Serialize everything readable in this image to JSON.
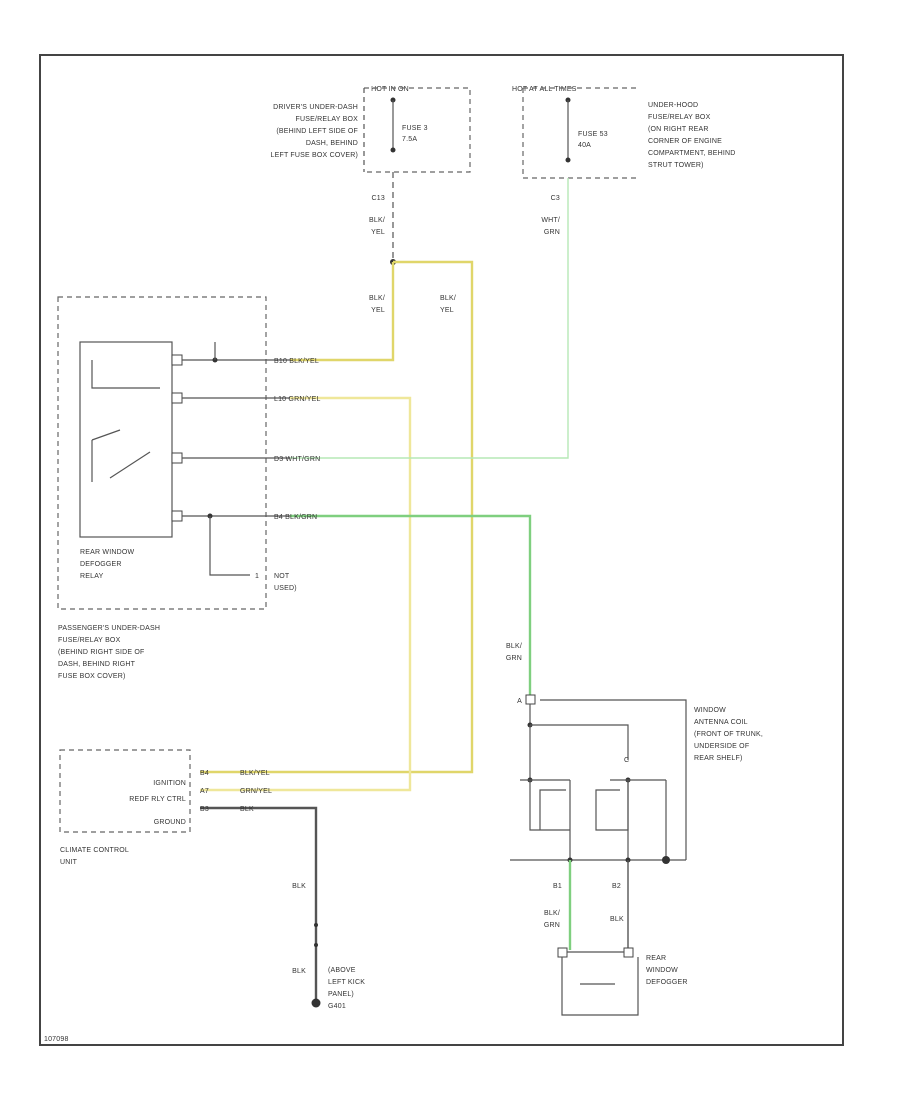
{
  "colors": {
    "yellow": "#e0d66a",
    "yellow_light": "#efe79a",
    "green": "#7fcf7f",
    "green_light": "#b6e8b6",
    "black": "#444444",
    "frame": "#444444"
  },
  "top": {
    "left_fuse": {
      "header": "HOT IN ON",
      "fuse_line1": "FUSE 3",
      "fuse_line2": "7.5A",
      "location": [
        "DRIVER'S UNDER-DASH",
        "FUSE/RELAY BOX",
        "(BEHIND LEFT SIDE OF",
        "DASH, BEHIND",
        "LEFT FUSE BOX COVER)"
      ],
      "connector": "C13",
      "wire_color": [
        "BLK/",
        "YEL"
      ]
    },
    "right_fuse": {
      "header": "HOT AT ALL TIMES",
      "fuse_line1": "FUSE 53",
      "fuse_line2": "40A",
      "location": [
        "UNDER-HOOD",
        "FUSE/RELAY BOX",
        "(ON RIGHT REAR",
        "CORNER OF ENGINE",
        "COMPARTMENT, BEHIND",
        "STRUT TOWER)"
      ],
      "connector": "C3",
      "wire_color": [
        "WHT/",
        "GRN"
      ]
    }
  },
  "wires_mid": {
    "left": [
      "BLK/",
      "YEL"
    ],
    "right": [
      "BLK/",
      "YEL"
    ]
  },
  "relay": {
    "pins": [
      {
        "label": "B10  BLK/YEL"
      },
      {
        "label": "L10  GRN/YEL"
      },
      {
        "label": "D3   WHT/GRN"
      },
      {
        "label": "B4   BLK/GRN"
      }
    ],
    "name": [
      "REAR WINDOW",
      "DEFOGGER",
      "RELAY"
    ],
    "not_used": [
      "NOT",
      "USED)"
    ],
    "not_used_pin": "1"
  },
  "passenger_box": [
    "PASSENGER'S UNDER-DASH",
    "FUSE/RELAY BOX",
    "(BEHIND RIGHT SIDE OF",
    "DASH, BEHIND RIGHT",
    "FUSE BOX COVER)"
  ],
  "antenna": {
    "wire_color": [
      "BLK/",
      "GRN"
    ],
    "pin": "A",
    "desc": [
      "WINDOW",
      "ANTENNA COIL",
      "(FRONT OF TRUNK,",
      "UNDERSIDE OF",
      "REAR SHELF)"
    ],
    "c_pin": "C",
    "b1": "B1",
    "b2": "B2"
  },
  "defogger": {
    "left_wire": [
      "BLK/",
      "GRN"
    ],
    "right_wire": "BLK",
    "name": [
      "REAR",
      "WINDOW",
      "DEFOGGER"
    ]
  },
  "climate": {
    "pins": [
      {
        "name": "IGNITION",
        "pin": "B4",
        "wire": "BLK/YEL"
      },
      {
        "name": "REDF RLY CTRL",
        "pin": "A7",
        "wire": "GRN/YEL"
      },
      {
        "name": "GROUND",
        "pin": "B3",
        "wire": "BLK"
      }
    ],
    "name": [
      "CLIMATE CONTROL",
      "UNIT"
    ]
  },
  "ground": {
    "wire_top": "BLK",
    "wire_bottom": "BLK",
    "location": [
      "(ABOVE",
      "LEFT KICK",
      "PANEL)",
      "G401"
    ]
  },
  "footer": "107098"
}
